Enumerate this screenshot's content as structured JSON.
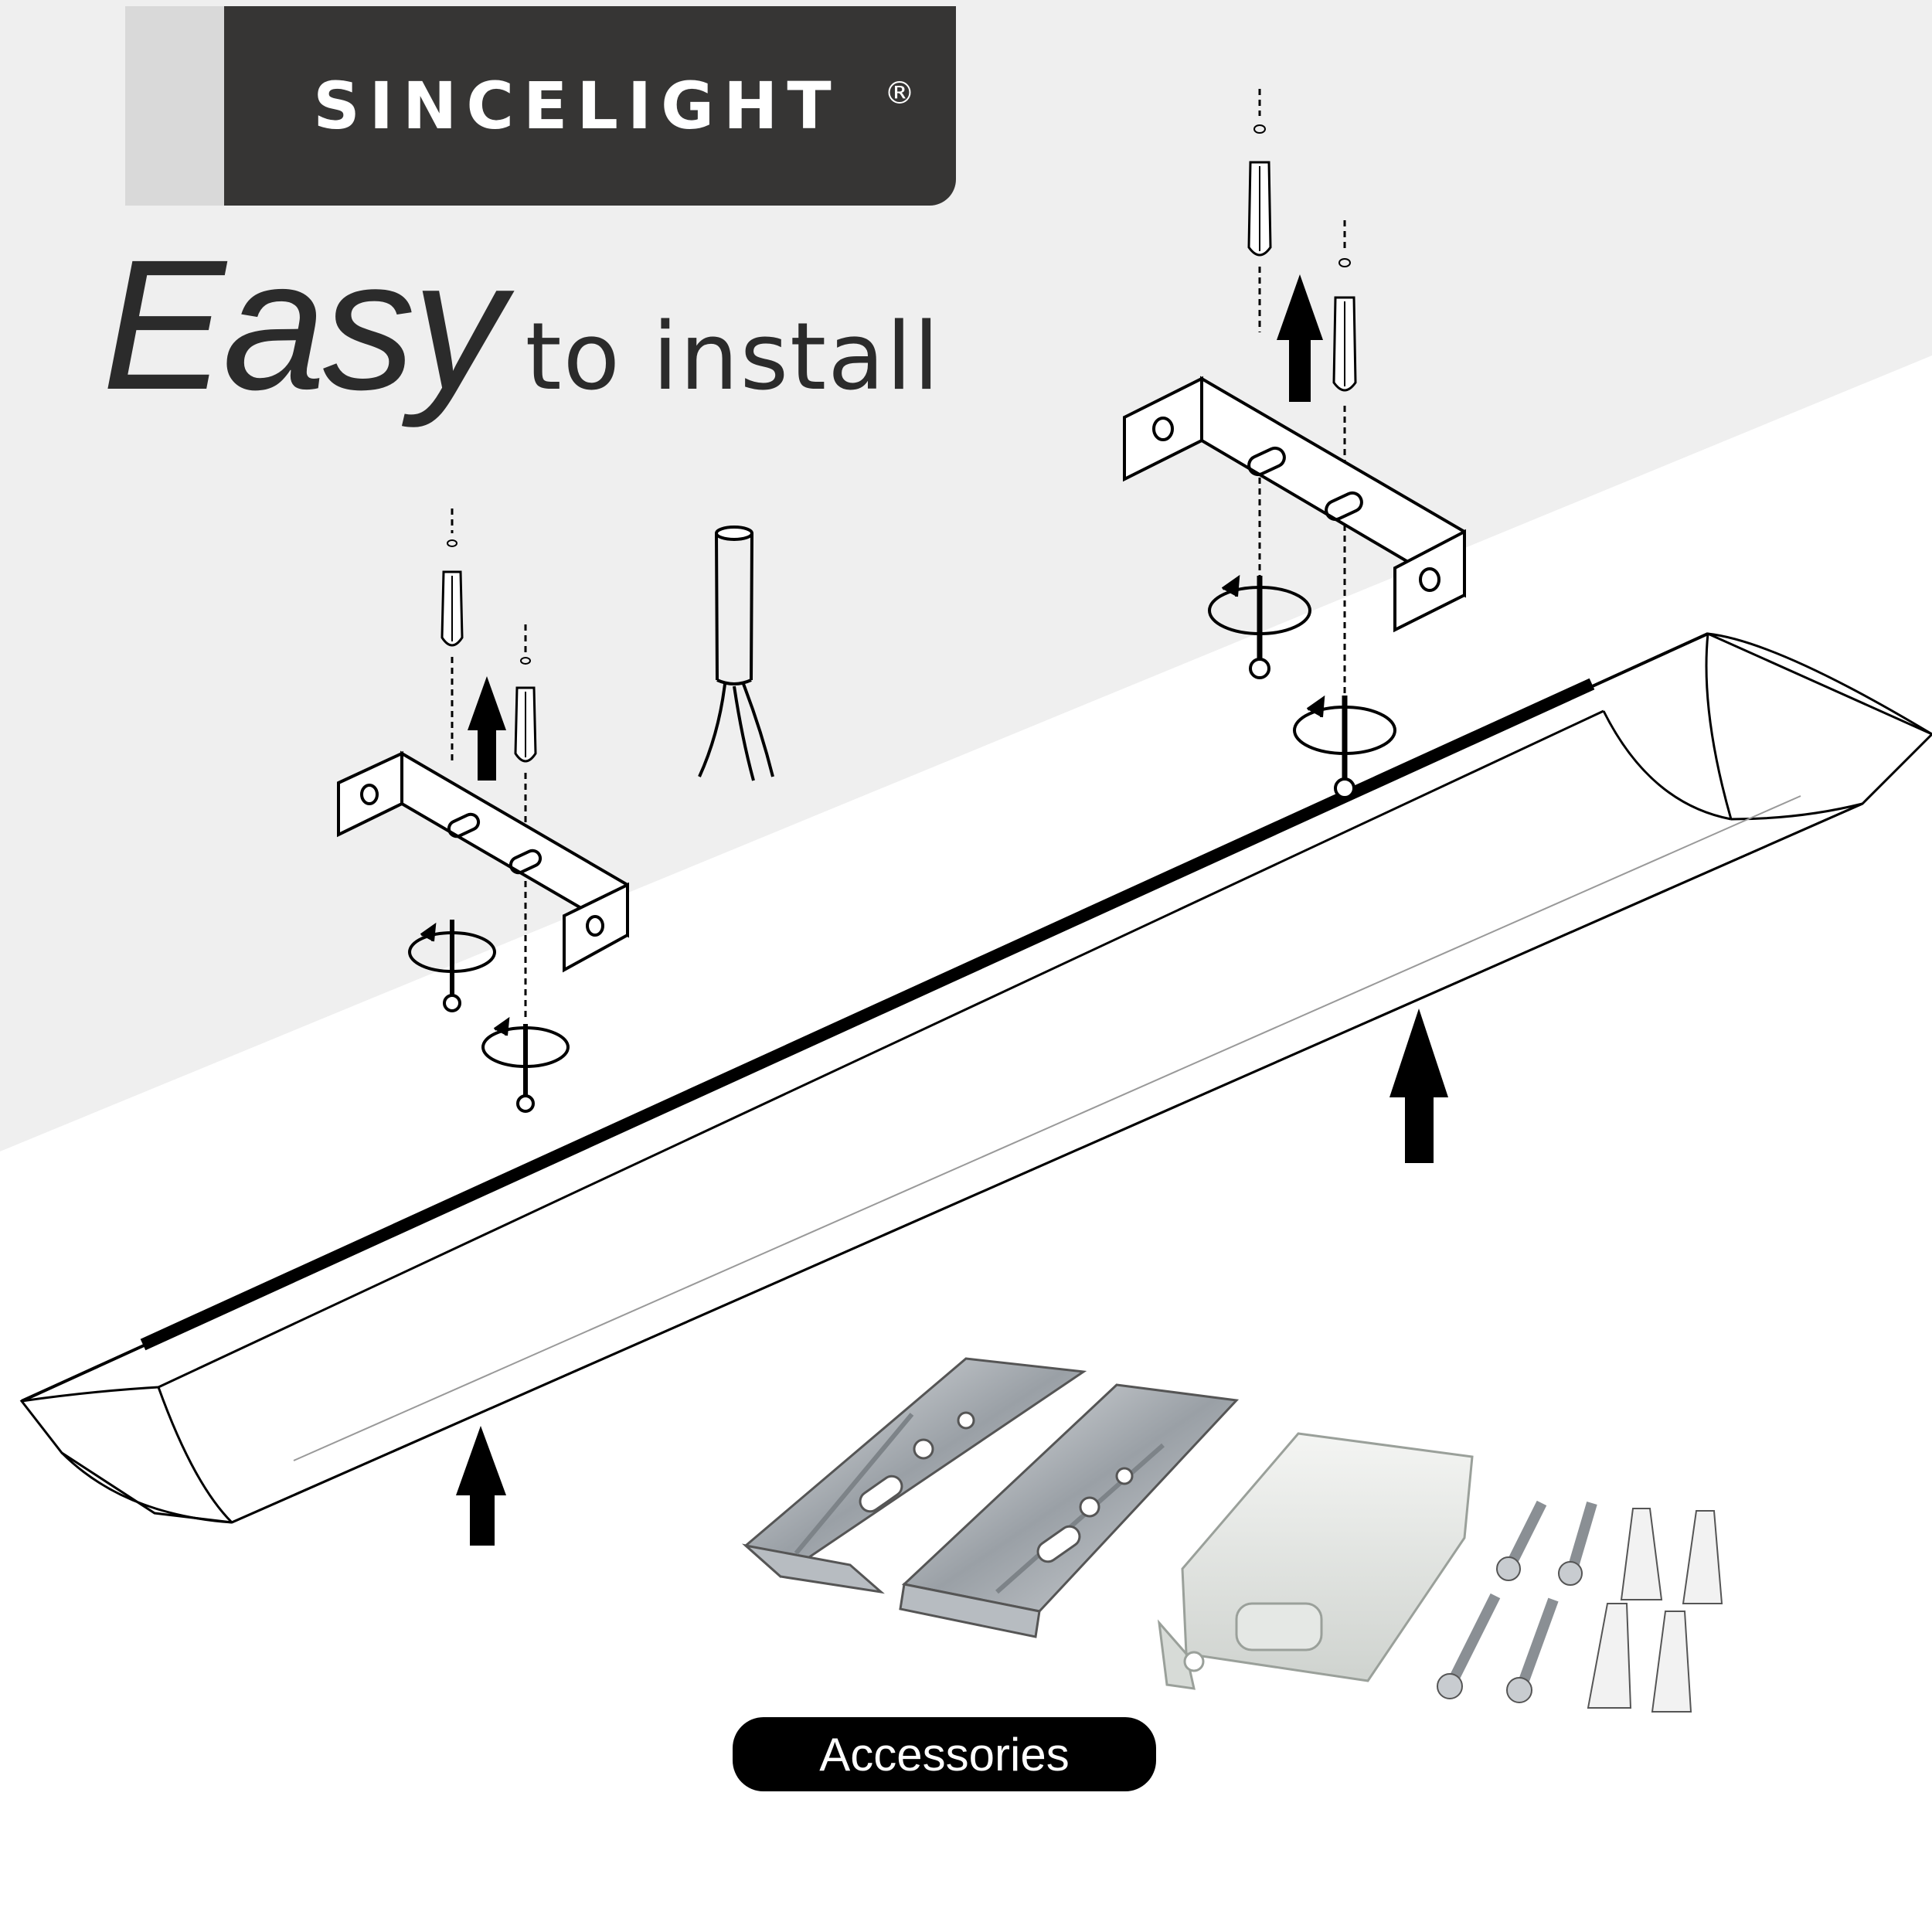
{
  "brand": {
    "name": "SINCELIGHT",
    "mark": "®"
  },
  "headline": {
    "emphasis": "Easy",
    "rest": "to install"
  },
  "accessories": {
    "label": "Accessories"
  },
  "colors": {
    "brand_panel": "#363534",
    "brand_side": "#d9d9d9",
    "background_wall": "#efefef",
    "ink": "#000000"
  }
}
